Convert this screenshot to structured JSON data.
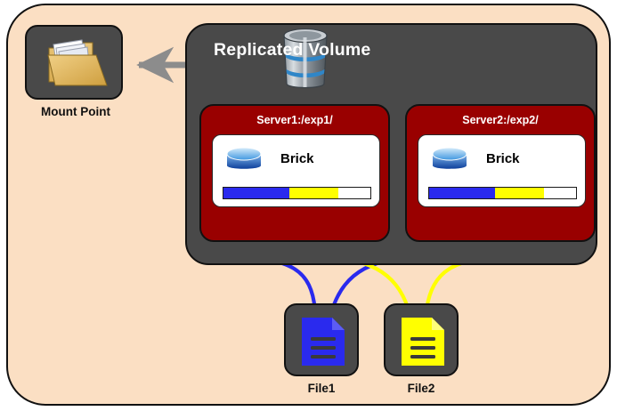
{
  "diagram": {
    "title": "Replicated Volume",
    "background_color": "#fbdfc3",
    "volume_box_color": "#494949",
    "server_box_color": "#990000"
  },
  "volume": {
    "label": "Replicated Volume",
    "icon": "database-cylinder-icon"
  },
  "mount_point": {
    "label": "Mount Point",
    "icon": "open-folder-with-documents-icon"
  },
  "servers": [
    {
      "name": "Server1:/exp1/",
      "brick": {
        "label": "Brick",
        "icon": "blue-disk-cylinder-icon",
        "usage": [
          {
            "name": "file1-blue",
            "percent": 45,
            "color": "#2a2aee"
          },
          {
            "name": "file2-yellow",
            "percent": 33,
            "color": "#ffff00"
          },
          {
            "name": "free",
            "percent": 22,
            "color": "#ffffff"
          }
        ]
      }
    },
    {
      "name": "Server2:/exp2/",
      "brick": {
        "label": "Brick",
        "icon": "blue-disk-cylinder-icon",
        "usage": [
          {
            "name": "file1-blue",
            "percent": 45,
            "color": "#2a2aee"
          },
          {
            "name": "file2-yellow",
            "percent": 33,
            "color": "#ffff00"
          },
          {
            "name": "free",
            "percent": 22,
            "color": "#ffffff"
          }
        ]
      }
    }
  ],
  "files": [
    {
      "label": "File1",
      "color": "#2a2aee",
      "icon": "document-icon"
    },
    {
      "label": "File2",
      "color": "#ffff00",
      "icon": "document-icon"
    }
  ],
  "connections": {
    "mount_arrow_color": "#8c8c8c",
    "file1_arrow_color": "#2a2aee",
    "file2_arrow_color": "#ffff00",
    "note_file1": "File1 replicated to both Server1 and Server2 bricks",
    "note_file2": "File2 replicated to both Server1 and Server2 bricks"
  }
}
